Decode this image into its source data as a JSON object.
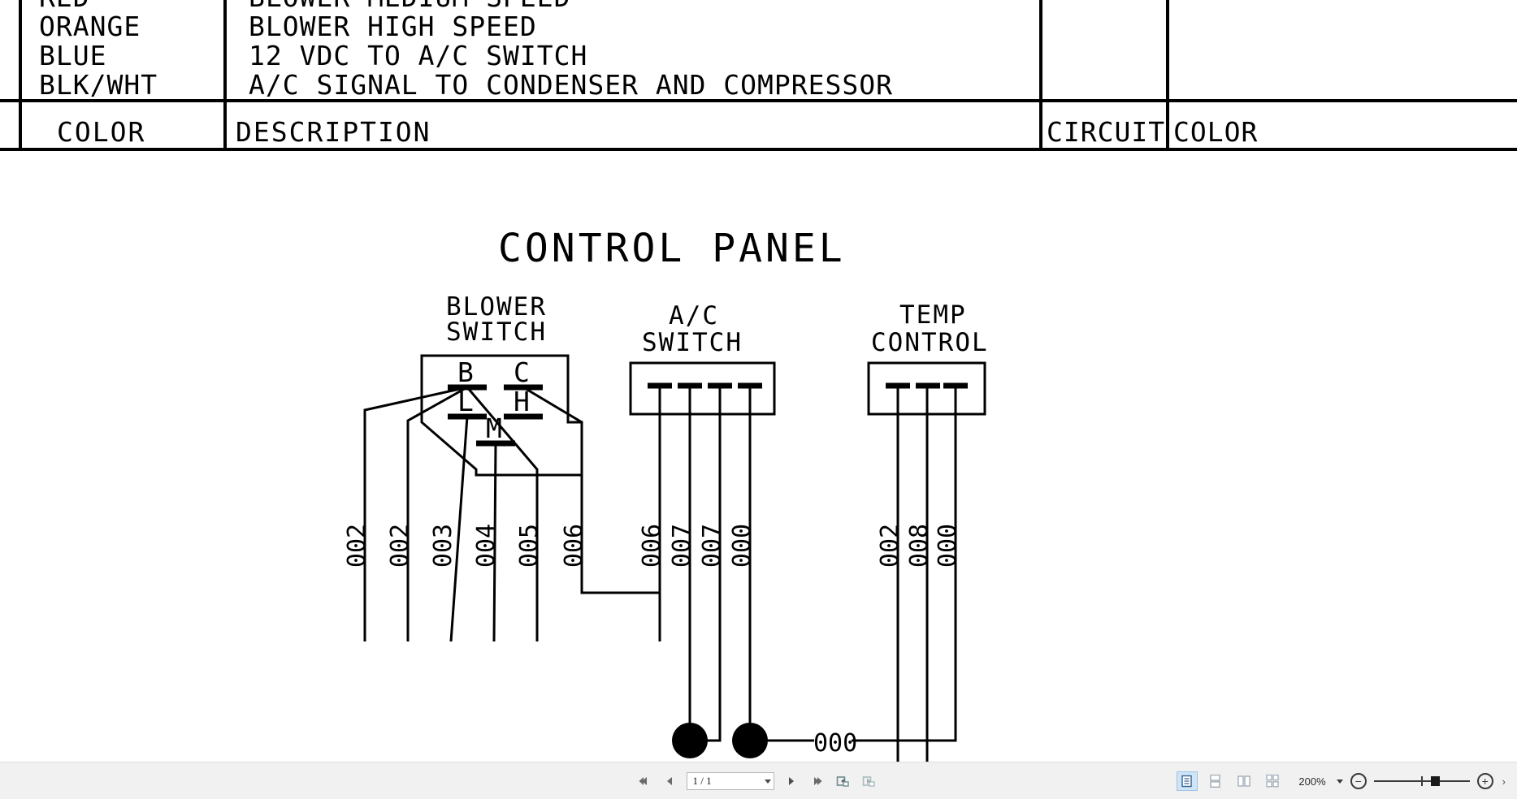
{
  "document": {
    "legend_table": {
      "column_headers": [
        "COLOR",
        "DESCRIPTION",
        "CIRCUIT",
        "COLOR"
      ],
      "rows": [
        {
          "color": "RED",
          "description": "BLOWER MEDIUM SPEED"
        },
        {
          "color": "ORANGE",
          "description": "BLOWER HIGH SPEED"
        },
        {
          "color": "BLUE",
          "description": "12 VDC TO A/C SWITCH"
        },
        {
          "color": "BLK/WHT",
          "description": "A/C SIGNAL TO CONDENSER AND COMPRESSOR"
        }
      ]
    },
    "diagram": {
      "title": "CONTROL PANEL",
      "components": [
        {
          "name": "blower-switch",
          "label_line1": "BLOWER",
          "label_line2": "SWITCH",
          "terminals": [
            "B",
            "C",
            "L",
            "H",
            "M"
          ],
          "wire_numbers": [
            "002",
            "002",
            "003",
            "004",
            "005",
            "006"
          ]
        },
        {
          "name": "ac-switch",
          "label_line1": "A/C",
          "label_line2": "SWITCH",
          "terminals": [],
          "wire_numbers": [
            "006",
            "007",
            "007",
            "000"
          ]
        },
        {
          "name": "temp-control",
          "label_line1": "TEMP",
          "label_line2": "CONTROL",
          "terminals": [],
          "wire_numbers": [
            "002",
            "008",
            "000"
          ]
        }
      ],
      "ground_wire_number": "000"
    }
  },
  "status_bar": {
    "page_indicator": "1 / 1",
    "zoom_level": "200%",
    "icons": {
      "first_page": "first-page-icon",
      "previous_page": "previous-page-icon",
      "next_page": "next-page-icon",
      "last_page": "last-page-icon",
      "previous_view": "previous-view-icon",
      "next_view": "next-view-icon",
      "single_page_view": "single-page-view-icon",
      "continuous_scroll_view": "continuous-scroll-view-icon",
      "two_page_view": "two-page-view-icon",
      "two_page_scroll_view": "two-page-scroll-view-icon",
      "zoom_out": "zoom-out-icon",
      "zoom_in": "zoom-in-icon",
      "zoom_preset_dropdown": "zoom-preset-dropdown-icon",
      "expand_panel": "expand-panel-icon",
      "scroll_left": "scroll-left-icon",
      "scroll_right": "scroll-right-icon"
    },
    "zoom_out_glyph": "−",
    "zoom_in_glyph": "+",
    "scroll_left_glyph": "‹",
    "scroll_right_glyph": "›"
  }
}
